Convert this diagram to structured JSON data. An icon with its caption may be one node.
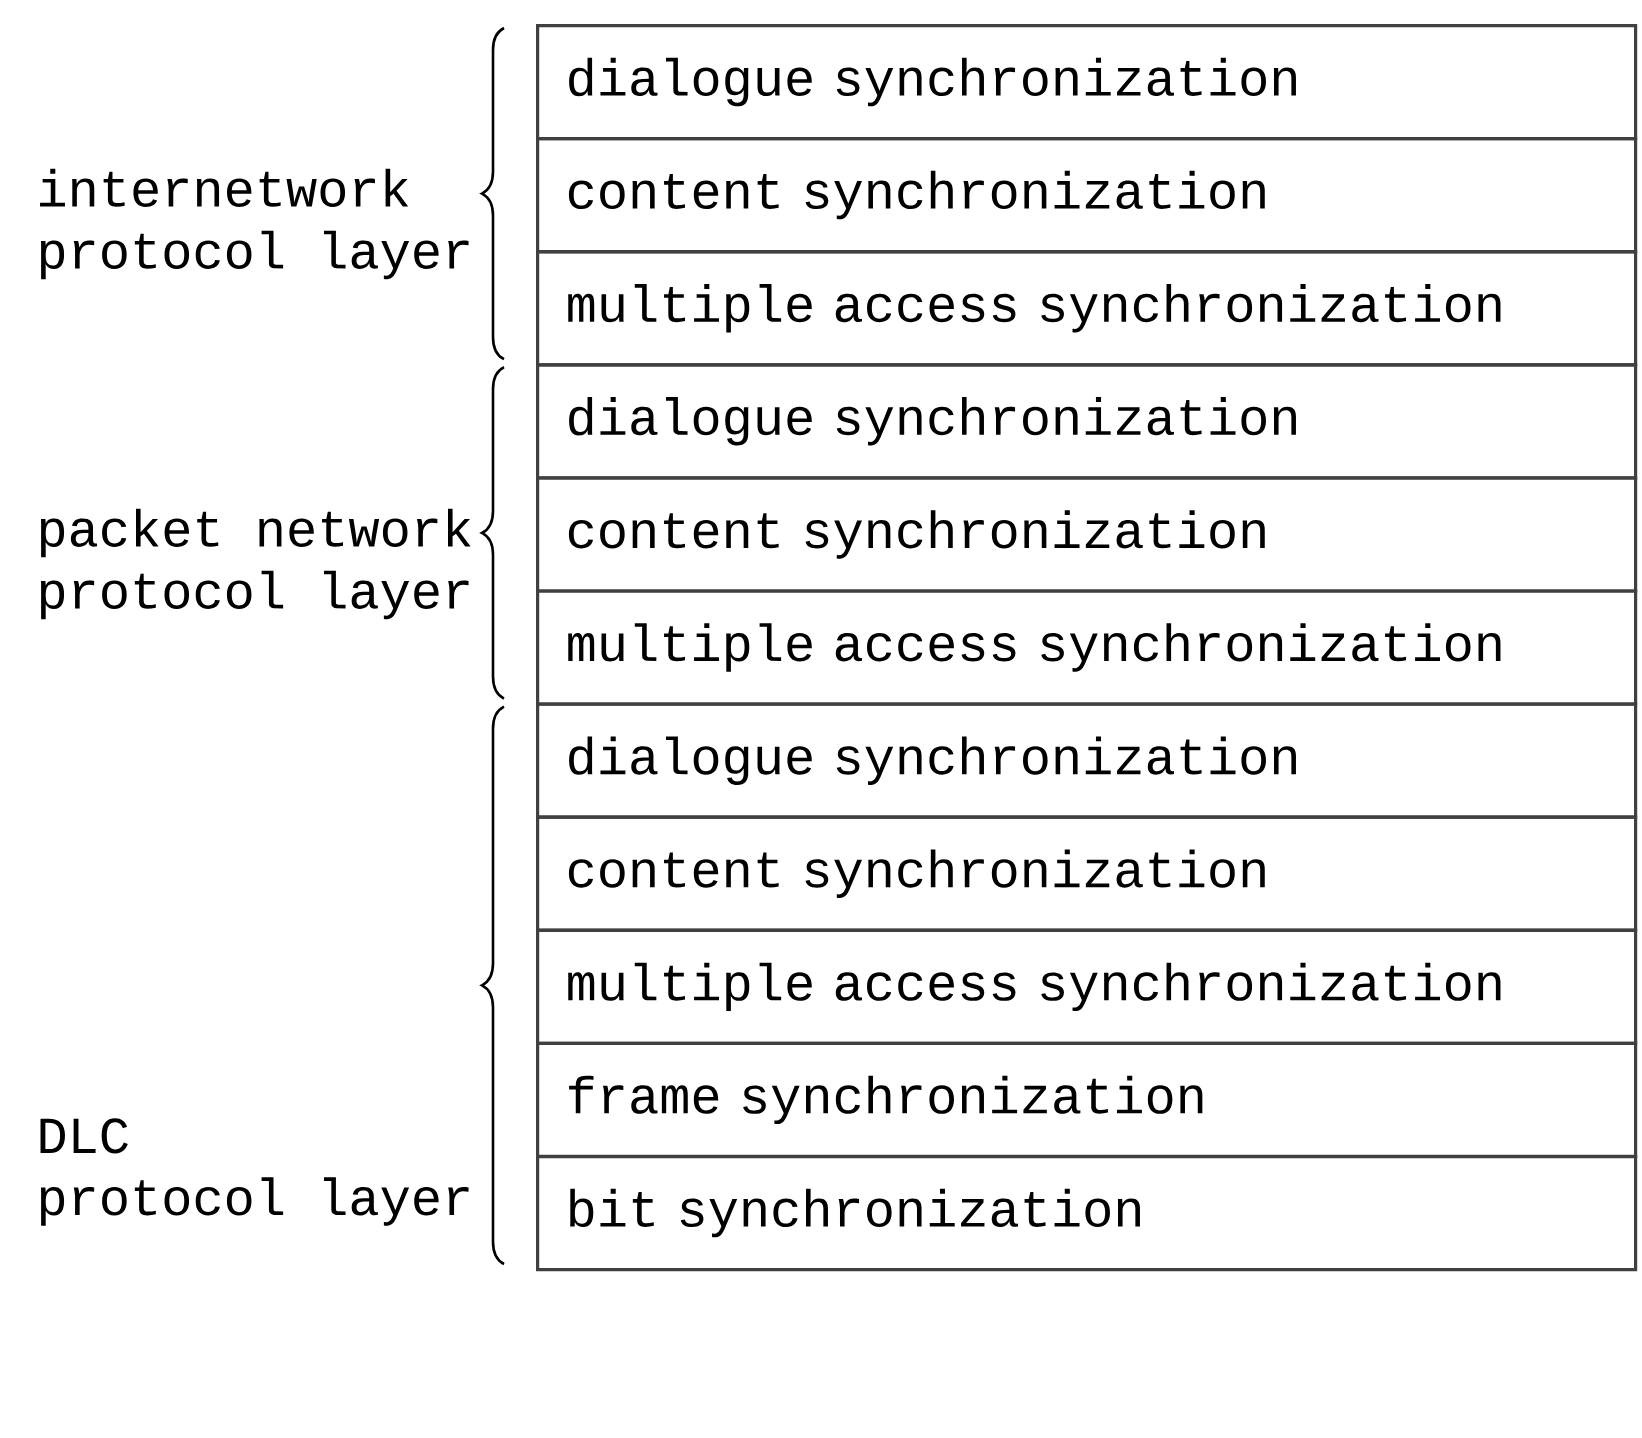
{
  "diagram": {
    "nodes": [
      {
        "text": [
          "dialogue synchronization"
        ]
      },
      {
        "text": [
          "content synchronization"
        ]
      },
      {
        "text": [
          "multiple access synchronization"
        ]
      },
      {
        "text": [
          "dialogue synchronization"
        ]
      },
      {
        "text": [
          "content synchronization"
        ]
      },
      {
        "text": [
          "multiple access synchronization"
        ]
      },
      {
        "text": [
          "dialogue synchronization"
        ]
      },
      {
        "text": [
          "content synchronization"
        ]
      },
      {
        "text": [
          "multiple access synchronization"
        ]
      },
      {
        "text": [
          "frame synchronization"
        ]
      },
      {
        "text": [
          "bit synchronization"
        ]
      }
    ],
    "labels": [
      "internetwork protocol layer",
      "packet network protocol layer",
      "DLC protocol layer"
    ]
  }
}
